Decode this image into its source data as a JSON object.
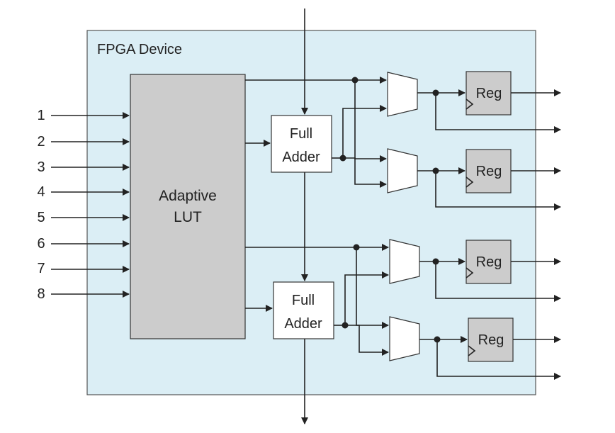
{
  "device_label": "FPGA Device",
  "input_labels": [
    "1",
    "2",
    "3",
    "4",
    "5",
    "6",
    "7",
    "8"
  ],
  "lut": {
    "line1": "Adaptive",
    "line2": "LUT"
  },
  "full_adder_upper": {
    "line1": "Full",
    "line2": "Adder"
  },
  "full_adder_lower": {
    "line1": "Full",
    "line2": "Adder"
  },
  "registers": [
    "Reg",
    "Reg",
    "Reg",
    "Reg"
  ],
  "colors": {
    "device_fill": "#dbeef5",
    "block_fill": "#cccccc",
    "white_block": "#ffffff",
    "line": "#222222"
  }
}
